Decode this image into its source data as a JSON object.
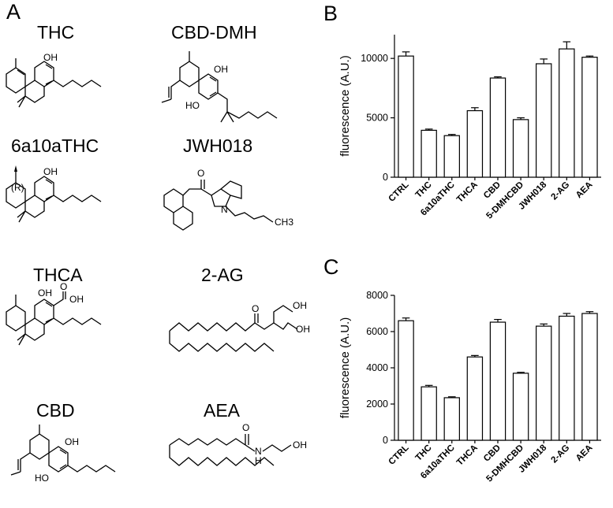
{
  "panels": {
    "a": "A",
    "b": "B",
    "c": "C"
  },
  "molecules": {
    "thc": {
      "name": "THC",
      "oh": "OH"
    },
    "cbd_dmh": {
      "name": "CBD-DMH",
      "oh1": "OH",
      "oh2": "HO"
    },
    "thc_6a10a": {
      "name": "6a10aTHC",
      "oh": "OH",
      "stereo": "(R)"
    },
    "jwh018": {
      "name": "JWH018",
      "o": "O",
      "n": "N",
      "ch3": "CH3"
    },
    "thca": {
      "name": "THCA",
      "oh": "OH",
      "cooh": "OH",
      "o": "O"
    },
    "two_ag": {
      "name": "2-AG",
      "o": "O",
      "oh1": "OH",
      "oh2": "OH"
    },
    "cbd": {
      "name": "CBD",
      "oh1": "OH",
      "oh2": "HO"
    },
    "aea": {
      "name": "AEA",
      "o": "O",
      "nh": "N",
      "h": "H",
      "oh": "OH"
    }
  },
  "chart_data": [
    {
      "type": "bar",
      "panel": "B",
      "categories": [
        "CTRL",
        "THC",
        "6a10aTHC",
        "THCA",
        "CBD",
        "5-DMHCBD",
        "JWH018",
        "2-AG",
        "AEA"
      ],
      "values": [
        10200,
        3950,
        3500,
        5600,
        8350,
        4850,
        9550,
        10800,
        10100
      ],
      "errors": [
        350,
        100,
        100,
        250,
        100,
        150,
        400,
        600,
        100
      ],
      "ylabel": "fluorescence (A.U.)",
      "ylim": [
        0,
        12000
      ],
      "yticks": [
        0,
        5000,
        10000
      ],
      "grid": false
    },
    {
      "type": "bar",
      "panel": "C",
      "categories": [
        "CTRL",
        "THC",
        "6a10aTHC",
        "THCA",
        "CBD",
        "5-DMHCBD",
        "JWH018",
        "2-AG",
        "AEA"
      ],
      "values": [
        6600,
        2950,
        2350,
        4600,
        6520,
        3700,
        6300,
        6850,
        7000
      ],
      "errors": [
        150,
        80,
        50,
        80,
        150,
        50,
        120,
        150,
        100
      ],
      "ylabel": "fluorescence (A.U.)",
      "ylim": [
        0,
        8000
      ],
      "yticks": [
        0,
        2000,
        4000,
        6000,
        8000
      ],
      "grid": false
    }
  ]
}
